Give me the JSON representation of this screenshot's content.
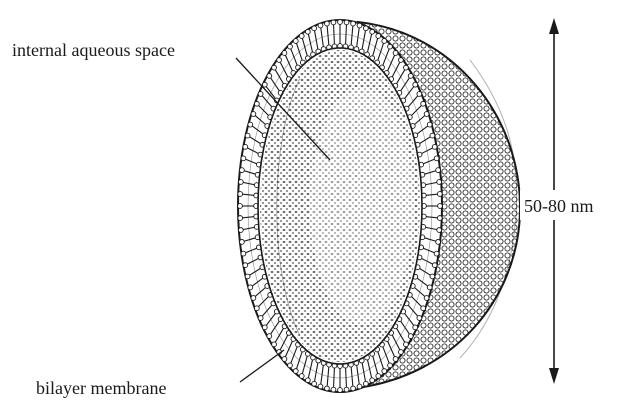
{
  "labels": {
    "internal_space": "internal aqueous space",
    "bilayer": "bilayer membrane",
    "size": "50-80 nm"
  },
  "colors": {
    "ink": "#1a1a1a",
    "paper": "#ffffff",
    "stipple": "#6e6e6e"
  }
}
